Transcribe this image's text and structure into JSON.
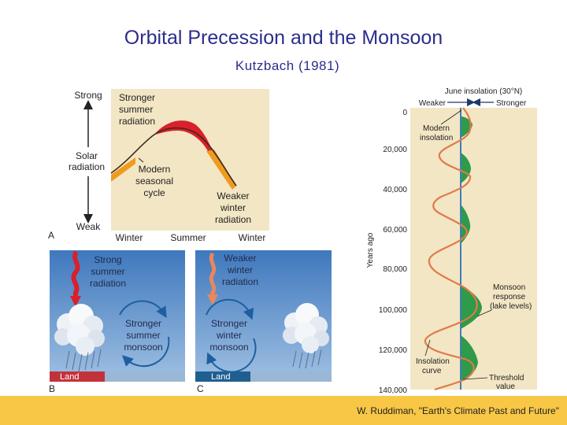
{
  "slide": {
    "title": "Orbital Precession and the Monsoon",
    "subtitle": "Kutzbach (1981)",
    "credit": "W. Ruddiman, \"Earth's Climate Past and Future\""
  },
  "panelA": {
    "letter": "A",
    "strong": "Strong",
    "weak": "Weak",
    "solar_label_1": "Solar",
    "solar_label_2": "radiation",
    "stronger_1": "Stronger",
    "stronger_2": "summer",
    "stronger_3": "radiation",
    "modern_1": "Modern",
    "modern_2": "seasonal",
    "modern_3": "cycle",
    "weaker_1": "Weaker",
    "weaker_2": "winter",
    "weaker_3": "radiation",
    "x_winter_left": "Winter",
    "x_summer": "Summer",
    "x_winter_right": "Winter"
  },
  "panelB": {
    "letter": "B",
    "top_1": "Strong",
    "top_2": "summer",
    "top_3": "radiation",
    "circle_1": "Stronger",
    "circle_2": "summer",
    "circle_3": "monsoon",
    "land": "Land"
  },
  "panelC": {
    "letter": "C",
    "top_1": "Weaker",
    "top_2": "winter",
    "top_3": "radiation",
    "circle_1": "Stronger",
    "circle_2": "winter",
    "circle_3": "monsoon",
    "land": "Land"
  },
  "panelD": {
    "header": "June insolation (30°N)",
    "weaker": "Weaker",
    "stronger": "Stronger",
    "y_axis_label": "Years ago",
    "ticks": [
      "0",
      "20,000",
      "40,000",
      "60,000",
      "80,000",
      "100,000",
      "120,000",
      "140,000"
    ],
    "modern_1": "Modern",
    "modern_2": "insolation",
    "monsoon_1": "Monsoon",
    "monsoon_2": "response",
    "monsoon_3": "(lake levels)",
    "insol_1": "Insolation",
    "insol_2": "curve",
    "thresh_1": "Threshold",
    "thresh_2": "value"
  },
  "colors": {
    "title": "#2d2d8c",
    "footer": "#f8c746",
    "panel_bg": "#f3e6c4",
    "sky": "#4d86c8",
    "insolation_curve": "#e07a4a",
    "monsoon_fill": "#2e9a4a",
    "threshold_line": "#3d7fb8",
    "red_radiation": "#d9202b",
    "orange_radiation": "#f09a1e",
    "land": "#c2323a",
    "land_c": "#1f5f8f"
  }
}
